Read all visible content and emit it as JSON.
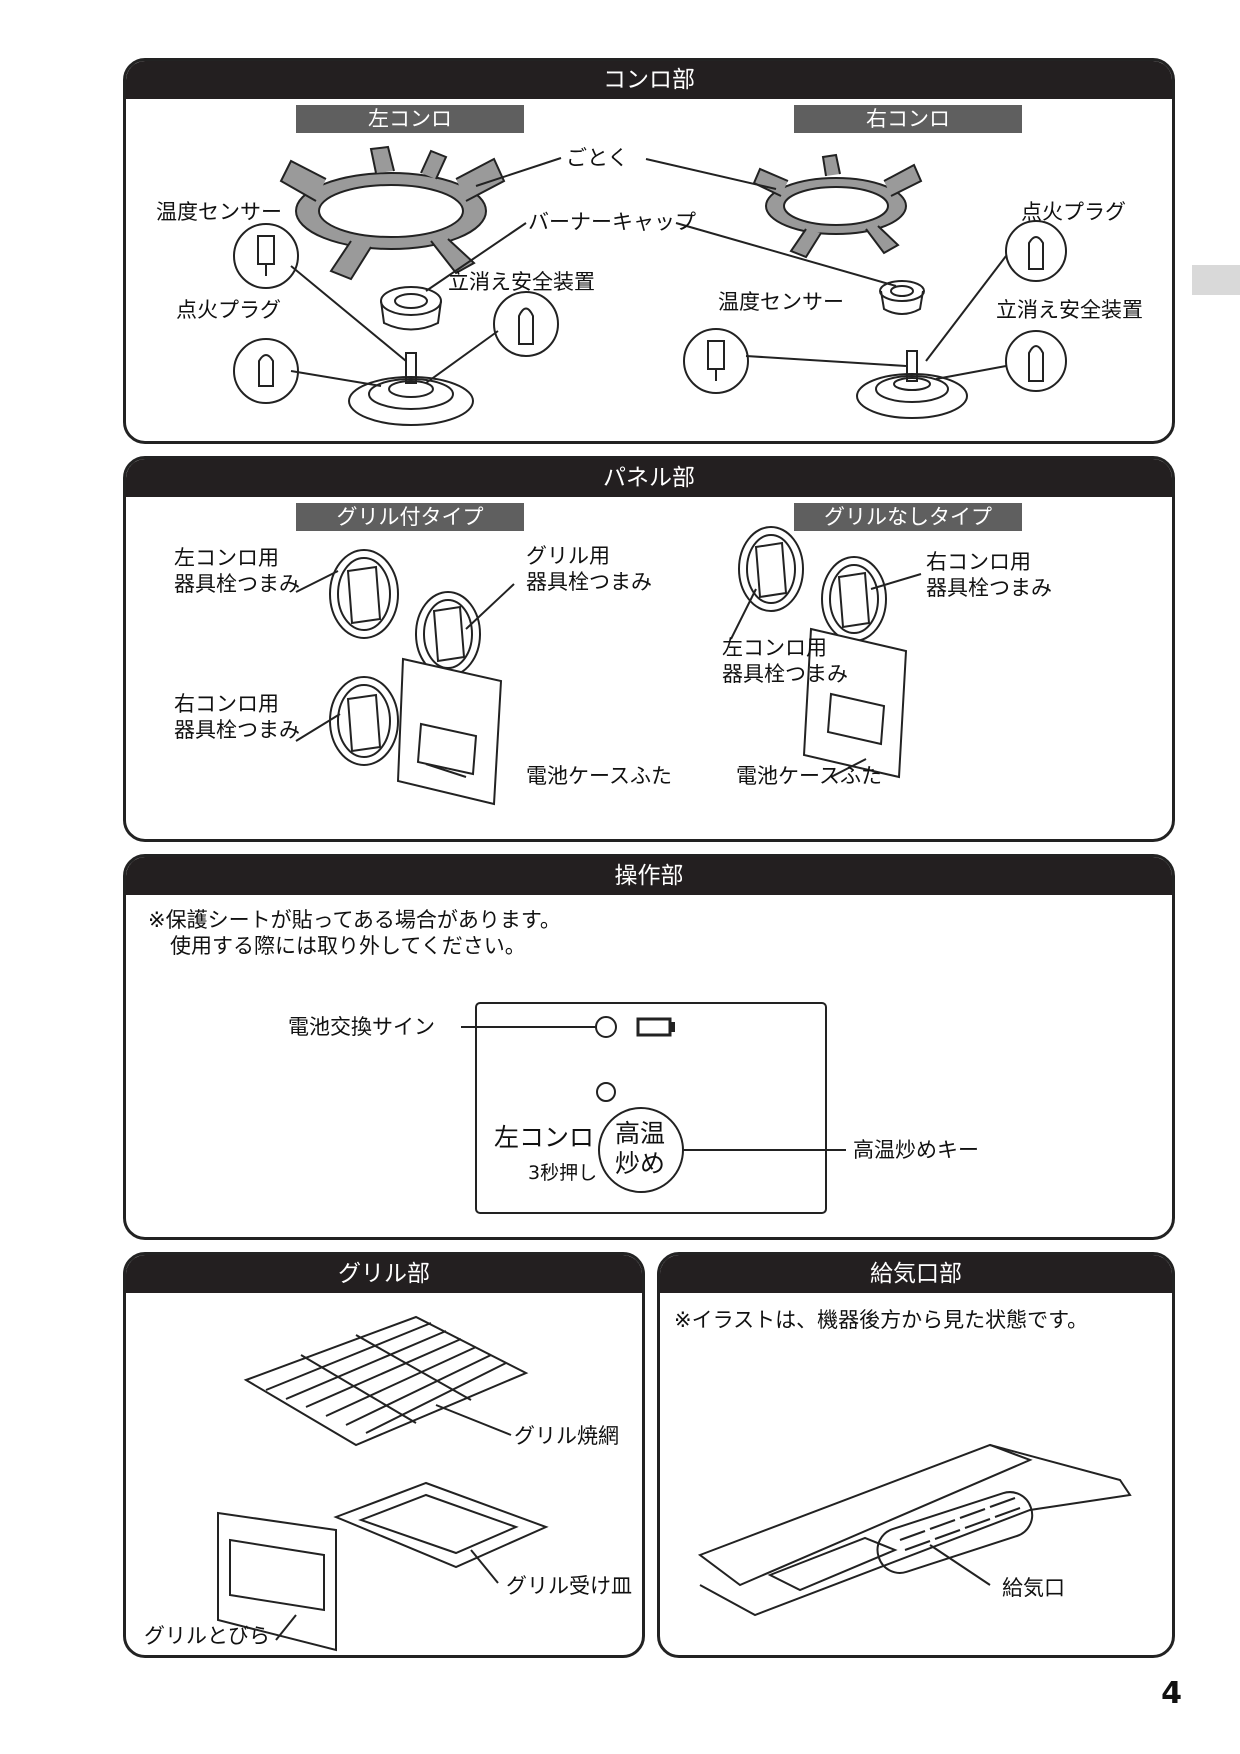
{
  "konro": {
    "title": "コンロ部",
    "left_header": "左コンロ",
    "right_header": "右コンロ",
    "gotoku": "ごとく",
    "burner_cap": "バーナーキャップ",
    "left_temp_sensor": "温度センサー",
    "left_ignition_plug": "点火プラグ",
    "left_flame_failure": "立消え安全装置",
    "right_ignition_plug": "点火プラグ",
    "right_temp_sensor": "温度センサー",
    "right_flame_failure": "立消え安全装置"
  },
  "panel": {
    "title": "パネル部",
    "grill_type_header": "グリル付タイプ",
    "no_grill_type_header": "グリルなしタイプ",
    "left_knob_l1": "左コンロ用",
    "left_knob_l2": "器具栓つまみ",
    "grill_knob_l1": "グリル用",
    "grill_knob_l2": "器具栓つまみ",
    "right_knob_l1": "右コンロ用",
    "right_knob_l2": "器具栓つまみ",
    "battery_cover": "電池ケースふた",
    "ng_left_knob_l1": "左コンロ用",
    "ng_left_knob_l2": "器具栓つまみ",
    "ng_right_knob_l1": "右コンロ用",
    "ng_right_knob_l2": "器具栓つまみ",
    "ng_battery_cover": "電池ケースふた"
  },
  "sousa": {
    "title": "操作部",
    "note_l1": "※保護シートが貼ってある場合があります。",
    "note_l2": "使用する際には取り外してください。",
    "battery_sign": "電池交換サイン",
    "left_konro": "左コンロ",
    "press_3s": "3秒押し",
    "key_l1": "高温",
    "key_l2": "炒め",
    "key_label": "高温炒めキー"
  },
  "grill": {
    "title": "グリル部",
    "net": "グリル焼網",
    "tray": "グリル受け皿",
    "door": "グリルとびら"
  },
  "intake": {
    "title": "給気口部",
    "note": "※イラストは、機器後方から見た状態です。",
    "port": "給気口"
  },
  "page_number": "4"
}
